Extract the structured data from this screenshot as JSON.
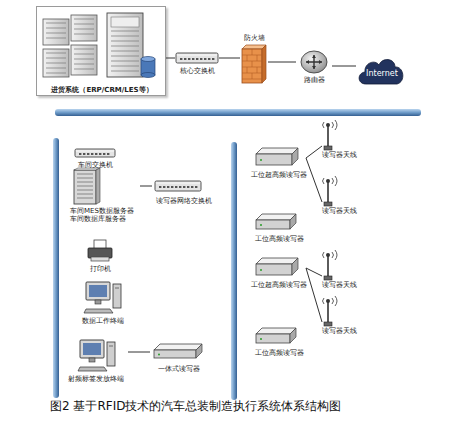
{
  "diagram": {
    "caption": "图2 基于RFID技术的汽车总装制造执行系统体系结构图",
    "nodes": [
      {
        "text": [
          "进货系统（ERP/CRM/LES等）"
        ]
      },
      {
        "text": [
          "核心交换机"
        ]
      },
      {
        "text": [
          "防火墙"
        ]
      },
      {
        "text": [
          "路由器"
        ]
      },
      {
        "text": [
          "Internet"
        ]
      },
      {
        "text": [
          "车间交换机"
        ]
      },
      {
        "text": [
          "车间MES数据服务器 车间数据库服务器"
        ]
      },
      {
        "text": [
          "读写器网络交换机"
        ]
      },
      {
        "text": [
          "打印机"
        ]
      },
      {
        "text": [
          "数据工作终端"
        ]
      },
      {
        "text": [
          "射频标签发放终端"
        ]
      },
      {
        "text": [
          "一体式读写器"
        ]
      },
      {
        "text": [
          "工位超高频读写器"
        ]
      },
      {
        "text": [
          "读写器天线"
        ]
      },
      {
        "text": [
          "读写器天线"
        ]
      },
      {
        "text": [
          "工位高频读写器"
        ]
      },
      {
        "text": [
          "工位超高频读写器"
        ]
      },
      {
        "text": [
          "读写器天线"
        ]
      },
      {
        "text": [
          "读写器天线"
        ]
      },
      {
        "text": [
          "工位高频读写器"
        ]
      }
    ],
    "edges": [
      {
        "from": 0,
        "to": 1,
        "arrow": "none"
      },
      {
        "from": 1,
        "to": 2,
        "arrow": "none"
      },
      {
        "from": 2,
        "to": 3,
        "arrow": "none"
      },
      {
        "from": 3,
        "to": 4,
        "arrow": "none"
      },
      {
        "from": 6,
        "to": 7,
        "arrow": "none"
      },
      {
        "from": 10,
        "to": 11,
        "arrow": "none"
      },
      {
        "from": 12,
        "to": 13,
        "arrow": "none"
      },
      {
        "from": 12,
        "to": 14,
        "arrow": "none"
      },
      {
        "from": 16,
        "to": 17,
        "arrow": "none"
      },
      {
        "from": 16,
        "to": 18,
        "arrow": "none"
      }
    ]
  }
}
